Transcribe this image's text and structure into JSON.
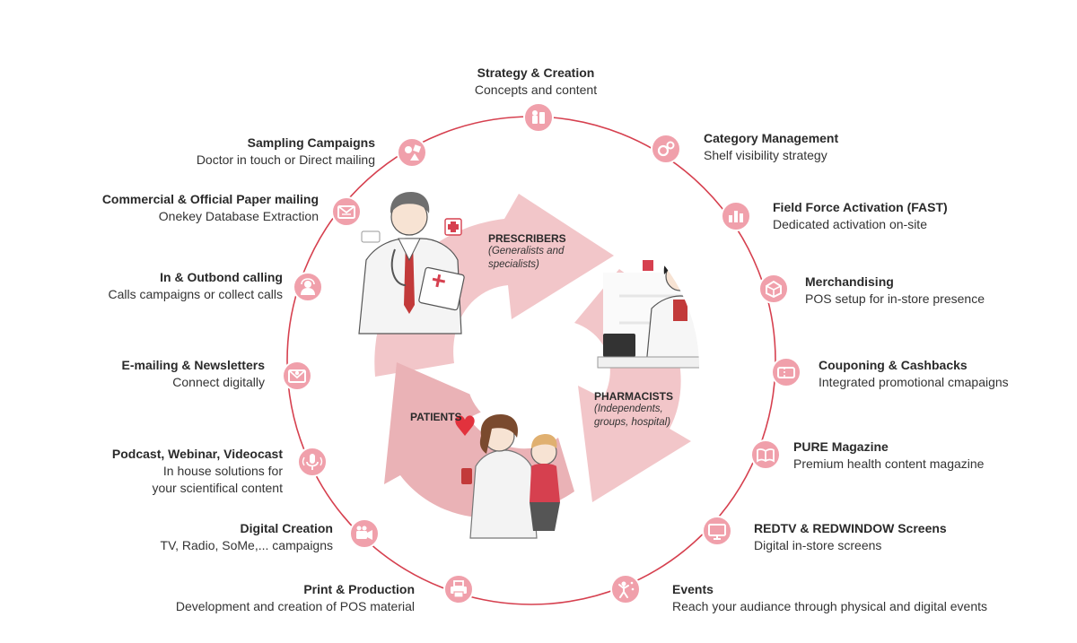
{
  "colors": {
    "accent": "#d6404f",
    "node": "#f0a0ab",
    "arrow": "#f2c6c9",
    "arrow_dark": "#eab2b6"
  },
  "segments": {
    "prescribers": {
      "title": "PRESCRIBERS",
      "desc": [
        "(Generalists and",
        "specialists)"
      ]
    },
    "pharmacists": {
      "title": "PHARMACISTS",
      "desc": [
        "(Independents,",
        "groups, hospital)"
      ]
    },
    "patients": {
      "title": "PATIENTS"
    }
  },
  "services": [
    {
      "title": "Strategy & Creation",
      "lines": [
        "Concepts and content"
      ],
      "icon": "chess-pieces-icon"
    },
    {
      "title": "Category Management",
      "lines": [
        "Shelf visibility strategy"
      ],
      "icon": "gears-icon"
    },
    {
      "title": "Field Force Activation (FAST)",
      "lines": [
        "Dedicated activation on-site"
      ],
      "icon": "bar-chart-icon"
    },
    {
      "title": "Merchandising",
      "lines": [
        "POS setup for in-store presence"
      ],
      "icon": "package-icon"
    },
    {
      "title": "Couponing & Cashbacks",
      "lines": [
        "Integrated promotional cmapaigns"
      ],
      "icon": "coupon-icon"
    },
    {
      "title": "PURE Magazine",
      "lines": [
        "Premium health content magazine"
      ],
      "icon": "magazine-icon"
    },
    {
      "title": "REDTV & REDWINDOW Screens",
      "lines": [
        "Digital in-store screens"
      ],
      "icon": "monitor-icon"
    },
    {
      "title": "Events",
      "lines": [
        "Reach your audiance through physical and digital events"
      ],
      "icon": "celebration-icon"
    },
    {
      "title": "Print & Production",
      "lines": [
        "Development and creation of POS material"
      ],
      "icon": "printer-icon"
    },
    {
      "title": "Digital Creation",
      "lines": [
        "TV, Radio, SoMe,... campaigns"
      ],
      "icon": "video-camera-icon"
    },
    {
      "title": "Podcast, Webinar, Videocast",
      "lines": [
        "In house solutions for",
        "your scientifical content"
      ],
      "icon": "microphone-icon"
    },
    {
      "title": "E-mailing & Newsletters",
      "lines": [
        "Connect digitally"
      ],
      "icon": "envelope-icon"
    },
    {
      "title": "In & Outbond calling",
      "lines": [
        "Calls campaigns or collect calls"
      ],
      "icon": "headset-icon"
    },
    {
      "title": "Commercial & Official Paper mailing",
      "lines": [
        "Onekey Database Extraction"
      ],
      "icon": "letter-icon"
    },
    {
      "title": "Sampling Campaigns",
      "lines": [
        "Doctor in touch or Direct mailing"
      ],
      "icon": "shapes-icon"
    }
  ]
}
